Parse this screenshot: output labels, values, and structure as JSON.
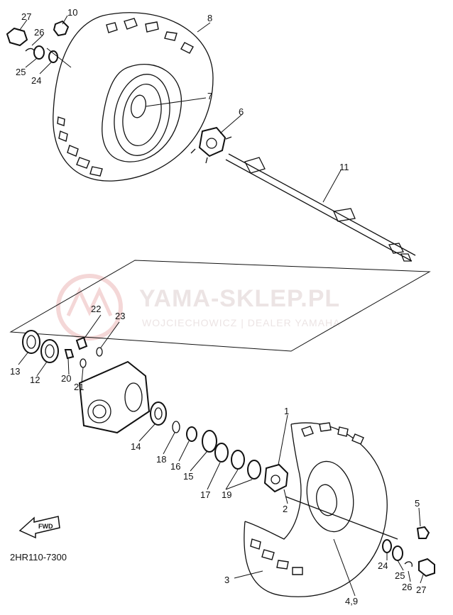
{
  "watermark": {
    "title": "YAMA-SKLEP.PL",
    "subtitle": "WOJCIECHOWICZ | DEALER YAMAHA"
  },
  "diagram_code": "2HR110-7300",
  "fwd_label": "FWD",
  "labels": {
    "p1": "1",
    "p2": "2",
    "p3": "3",
    "p49": "4,9",
    "p5": "5",
    "p6": "6",
    "p7": "7",
    "p8": "8",
    "p10": "10",
    "p11": "11",
    "p12": "12",
    "p13": "13",
    "p14": "14",
    "p15": "15",
    "p16": "16",
    "p17": "17",
    "p18": "18",
    "p19": "19",
    "p20": "20",
    "p21": "21",
    "p22": "22",
    "p23": "23",
    "p24a": "24",
    "p25a": "25",
    "p26a": "26",
    "p27a": "27",
    "p24b": "24",
    "p25b": "25",
    "p26b": "26",
    "p27b": "27"
  },
  "colors": {
    "ink": "#111111",
    "watermark": "#ece4e4",
    "watermark_logo": "#f3d3d3"
  }
}
